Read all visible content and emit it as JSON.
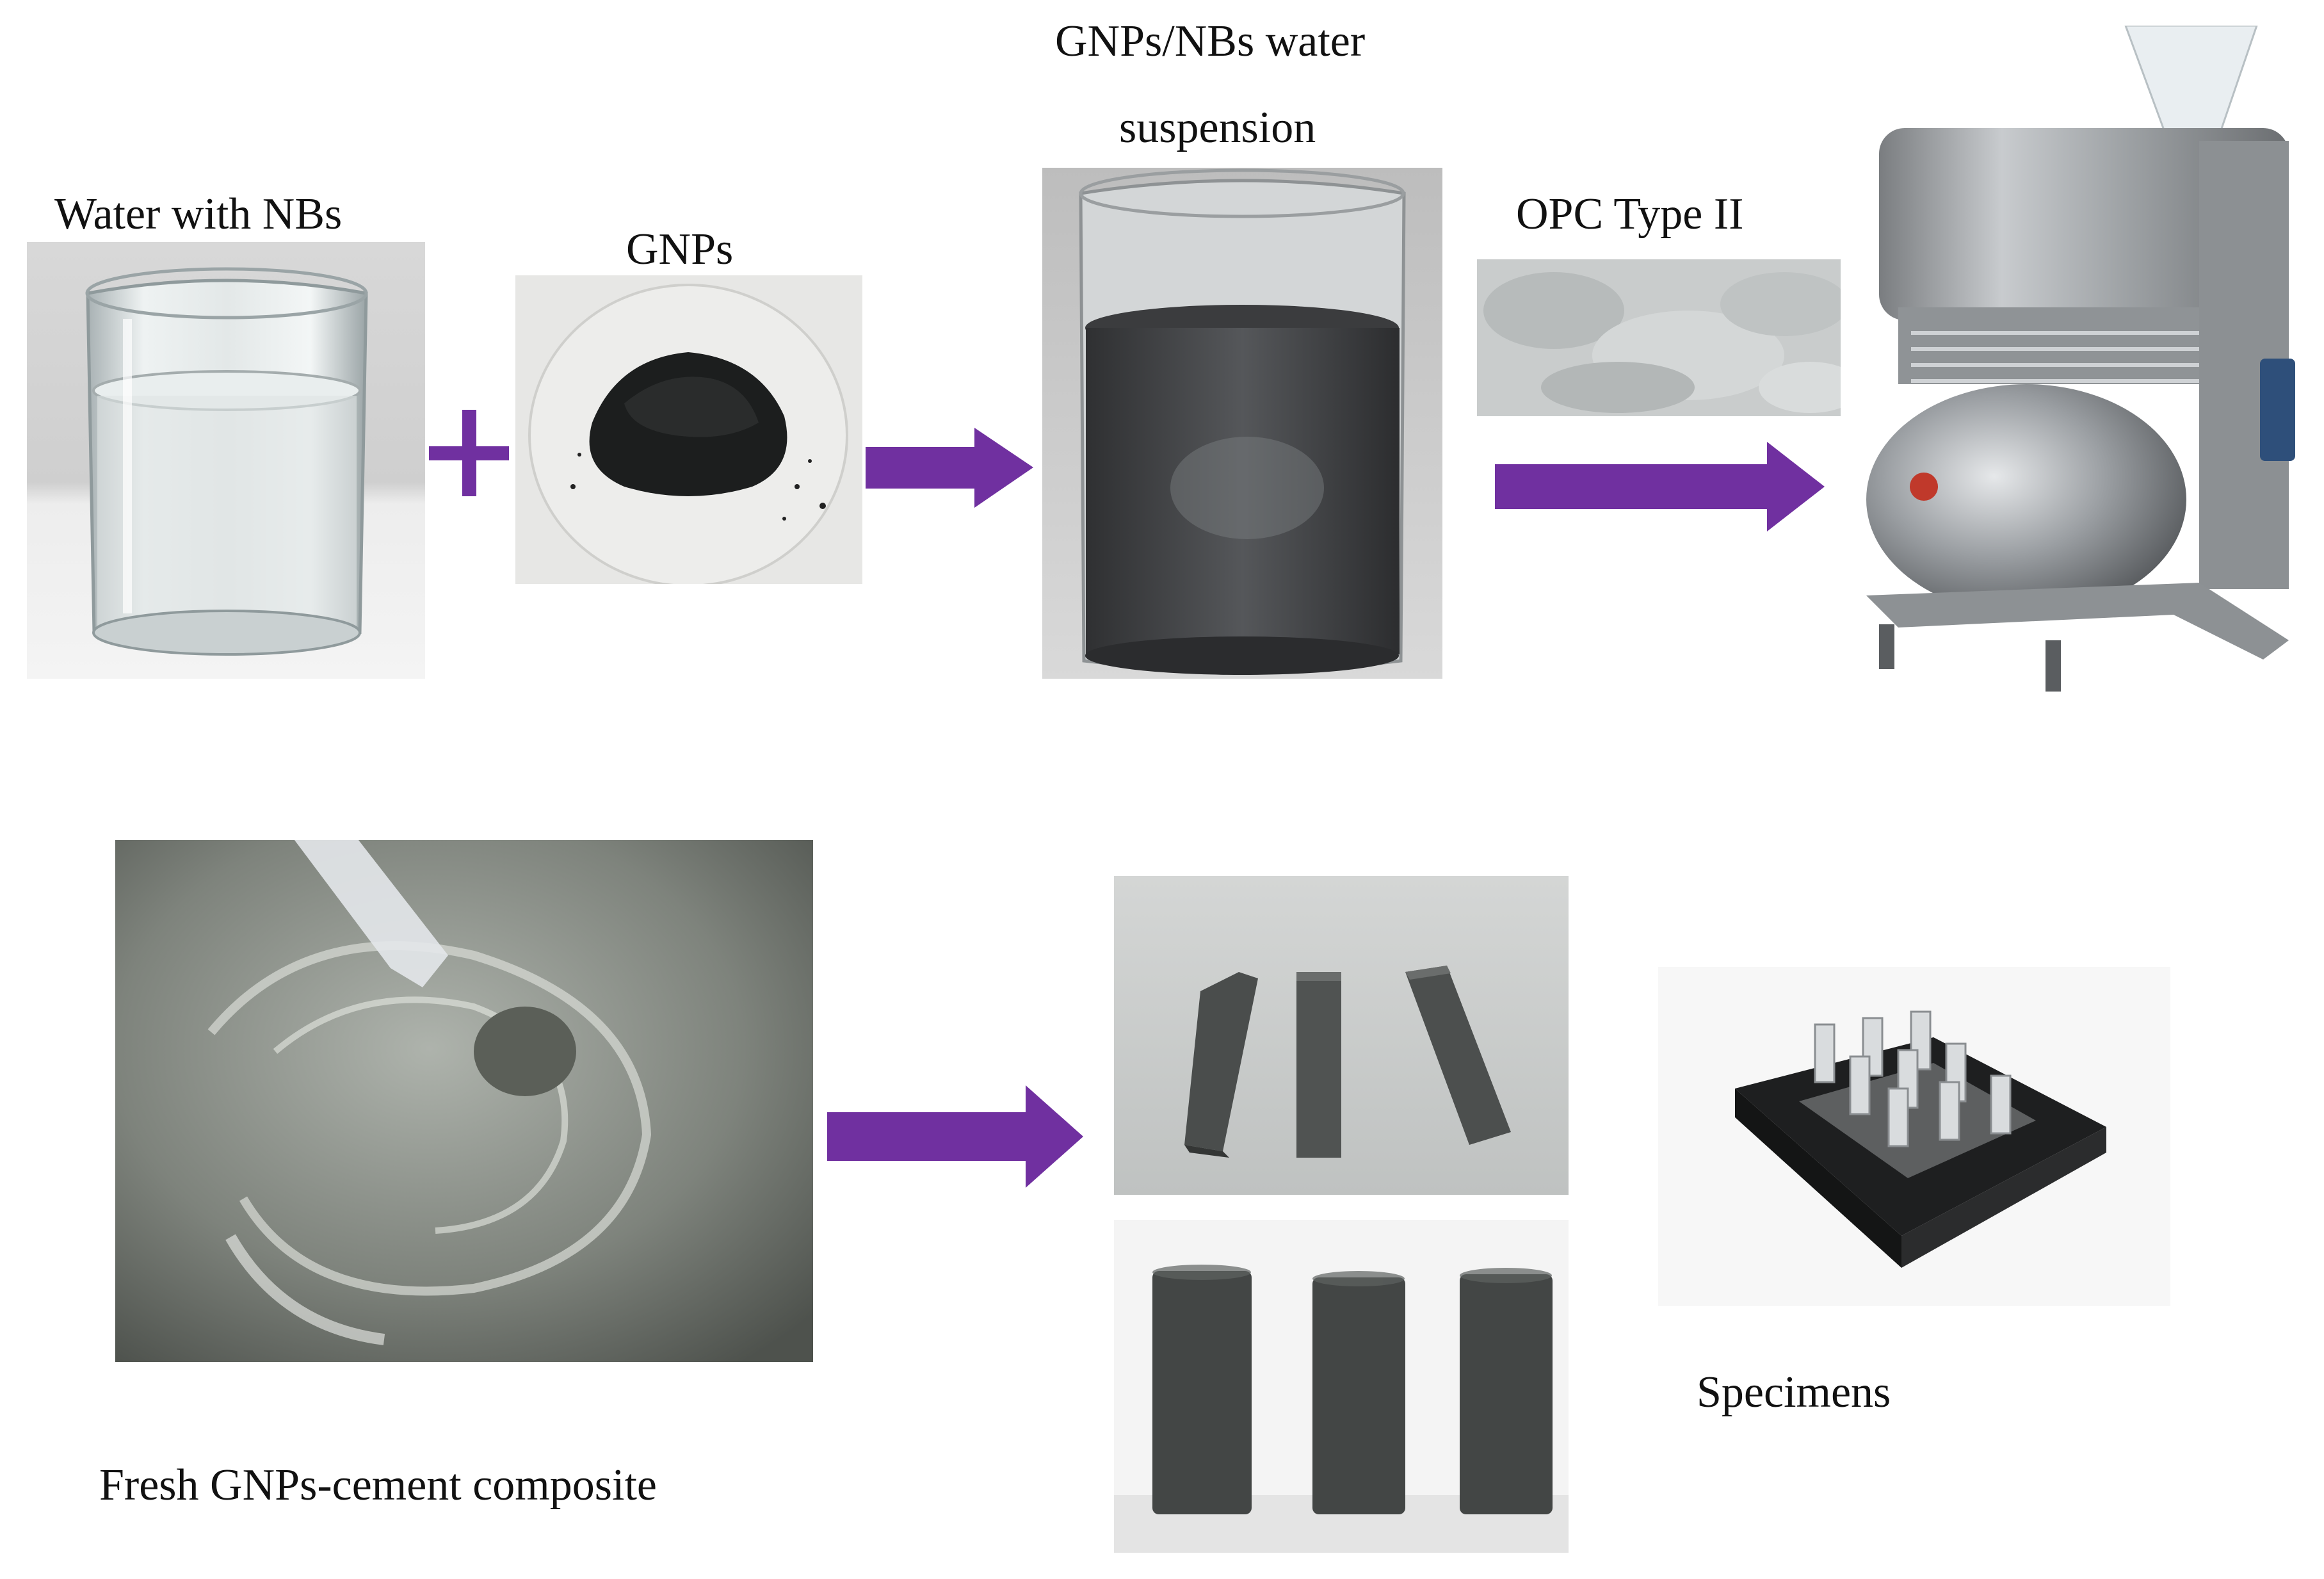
{
  "labels": {
    "water_with_nbs": "Water with NBs",
    "gnps": "GNPs",
    "suspension_line1": "GNPs/NBs water",
    "suspension_line2": "suspension",
    "opc": "OPC Type II",
    "fresh_composite": "Fresh GNPs-cement composite",
    "specimens": "Specimens"
  },
  "colors": {
    "arrow": "#7030a0",
    "plus": "#7030a0"
  },
  "icons": {
    "plus": "plus-icon",
    "arrow": "right-arrow-icon"
  }
}
